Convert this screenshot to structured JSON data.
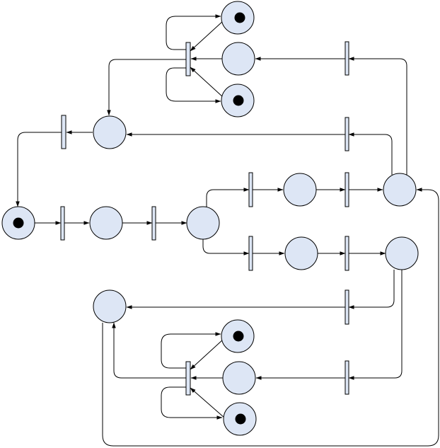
{
  "diagram": {
    "type": "petri-net",
    "colors": {
      "place_fill": "#dde6f5",
      "transition_fill": "#dde6f5",
      "stroke": "#000000",
      "token": "#000000"
    },
    "places": [
      {
        "id": "p-start",
        "tokens": 1
      },
      {
        "id": "p-a",
        "tokens": 0
      },
      {
        "id": "p-split",
        "tokens": 0
      },
      {
        "id": "p-upper-mid",
        "tokens": 0
      },
      {
        "id": "p-upper-right",
        "tokens": 0
      },
      {
        "id": "p-lower-mid",
        "tokens": 0
      },
      {
        "id": "p-lower-right",
        "tokens": 0
      },
      {
        "id": "p-top-1",
        "tokens": 1
      },
      {
        "id": "p-top-2",
        "tokens": 0
      },
      {
        "id": "p-top-3",
        "tokens": 1
      },
      {
        "id": "p-left-upper",
        "tokens": 0
      },
      {
        "id": "p-left-lower",
        "tokens": 0
      },
      {
        "id": "p-bot-1",
        "tokens": 1
      },
      {
        "id": "p-bot-2",
        "tokens": 0
      },
      {
        "id": "p-bot-3",
        "tokens": 1
      }
    ],
    "transitions": [
      "t-1",
      "t-2",
      "t-upper-a",
      "t-upper-b",
      "t-lower-a",
      "t-lower-b",
      "t-top-right",
      "t-mid-right",
      "t-top-left",
      "t-left",
      "t-bottom-right-1",
      "t-bottom-right-2",
      "t-bottom-left"
    ]
  }
}
